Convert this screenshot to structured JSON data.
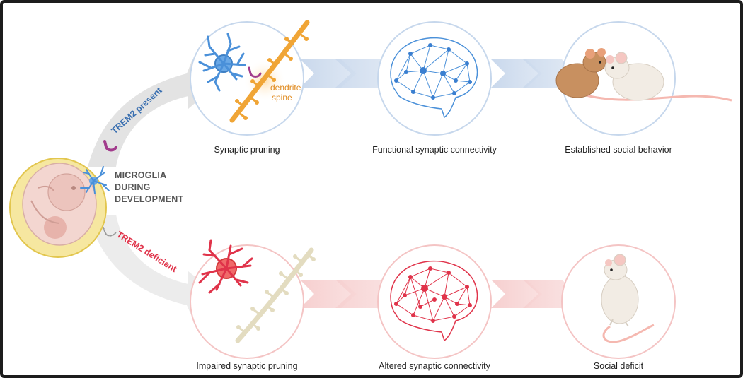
{
  "center": {
    "line1": "MICROGLIA",
    "line2": "DURING",
    "line3": "DEVELOPMENT"
  },
  "top": {
    "branch_label": "TREM2 present",
    "dendrite_label_1": "dendrite",
    "dendrite_label_2": "spine",
    "steps": [
      "Synaptic pruning",
      "Functional synaptic connectivity",
      "Established social behavior"
    ]
  },
  "bottom": {
    "branch_label": "TREM2 deficient",
    "steps": [
      "Impaired synaptic pruning",
      "Altered synaptic connectivity",
      "Social deficit"
    ]
  },
  "colors": {
    "top_accent": "#3a6fb0",
    "bottom_accent": "#e0334a",
    "top_circle": "#c6d7ec",
    "bottom_circle": "#f4c4c4",
    "dendrite": "#f0a536",
    "trem2": "#a23b8c"
  }
}
